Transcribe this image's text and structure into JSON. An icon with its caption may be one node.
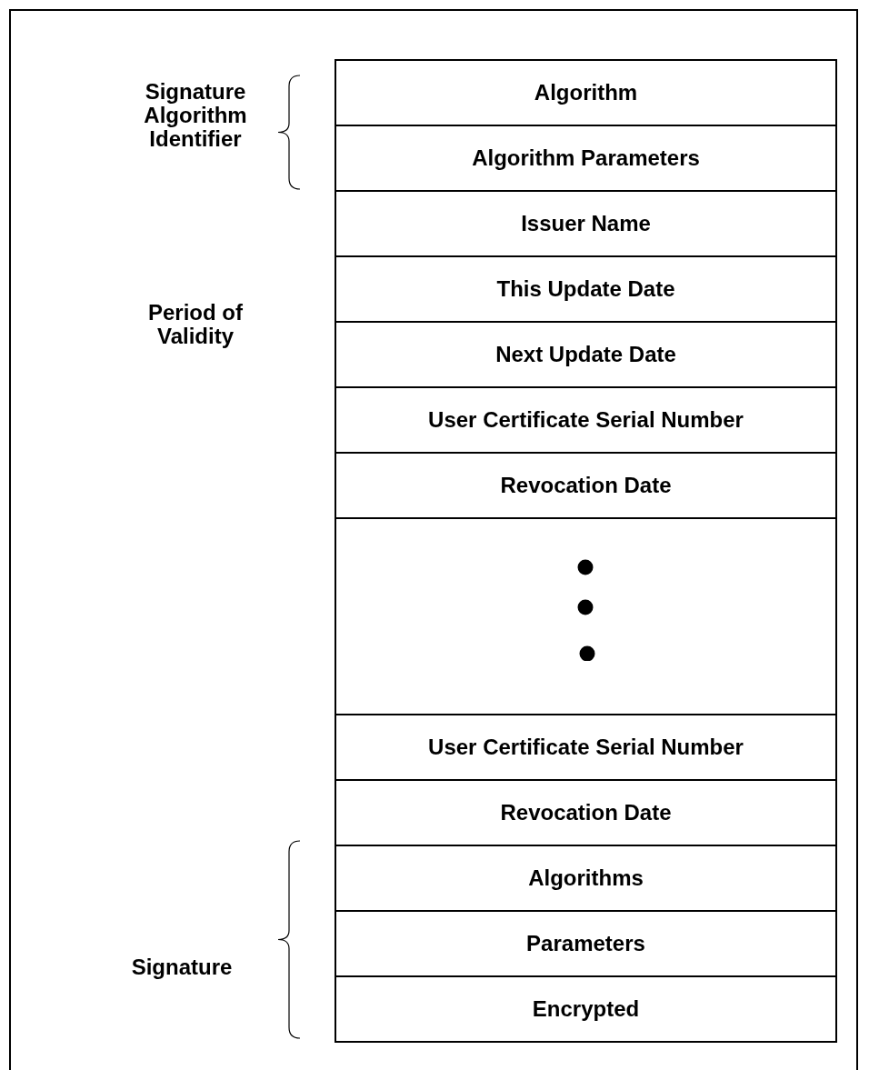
{
  "diagram": {
    "nodes": [
      {
        "text": [
          "Algorithm"
        ]
      },
      {
        "text": [
          "Algorithm Parameters"
        ]
      },
      {
        "text": [
          "Issuer Name"
        ]
      },
      {
        "text": [
          "This Update Date"
        ]
      },
      {
        "text": [
          "Next Update Date"
        ]
      },
      {
        "text": [
          "User Certificate Serial Number"
        ]
      },
      {
        "text": [
          "Revocation Date"
        ]
      },
      {
        "text": [],
        "shape": "box"
      },
      {
        "text": [
          "User Certificate Serial Number"
        ]
      },
      {
        "text": [
          "Revocation Date"
        ]
      },
      {
        "text": [
          "Algorithms"
        ]
      },
      {
        "text": [
          "Parameters"
        ]
      },
      {
        "text": [
          "Encrypted"
        ]
      }
    ],
    "labels": [
      "Signature Algorithm Identifier",
      "Period of Validity",
      "Signature"
    ]
  }
}
